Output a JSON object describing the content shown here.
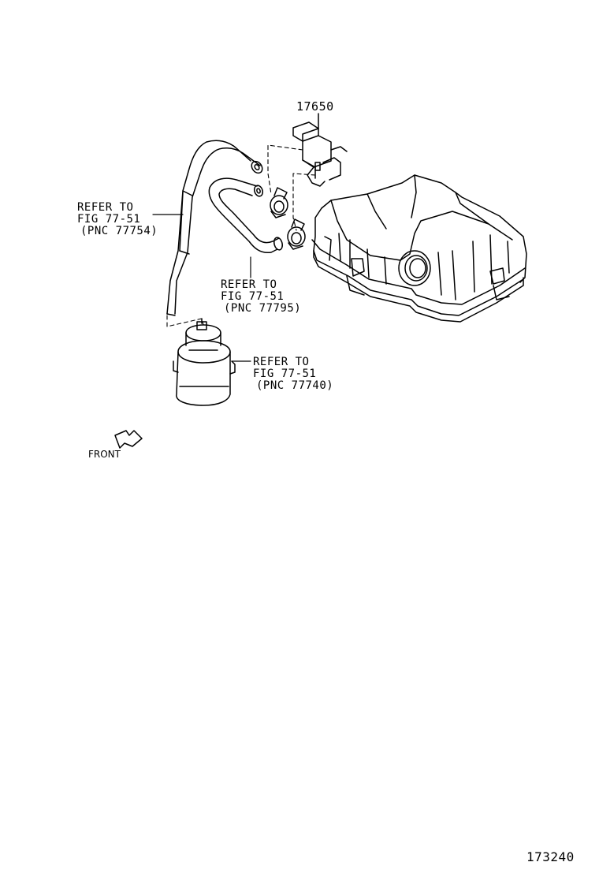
{
  "part_label": "17650",
  "refs": [
    {
      "line1": "REFER TO",
      "line2": "FIG 77-51",
      "line3": "(PNC 77754)"
    },
    {
      "line1": "REFER TO",
      "line2": "FIG 77-51",
      "line3": "(PNC 77795)"
    },
    {
      "line1": "REFER TO",
      "line2": "FIG 77-51",
      "line3": "(PNC 77740)"
    }
  ],
  "front_label": "FRONT",
  "figure_id": "173240"
}
